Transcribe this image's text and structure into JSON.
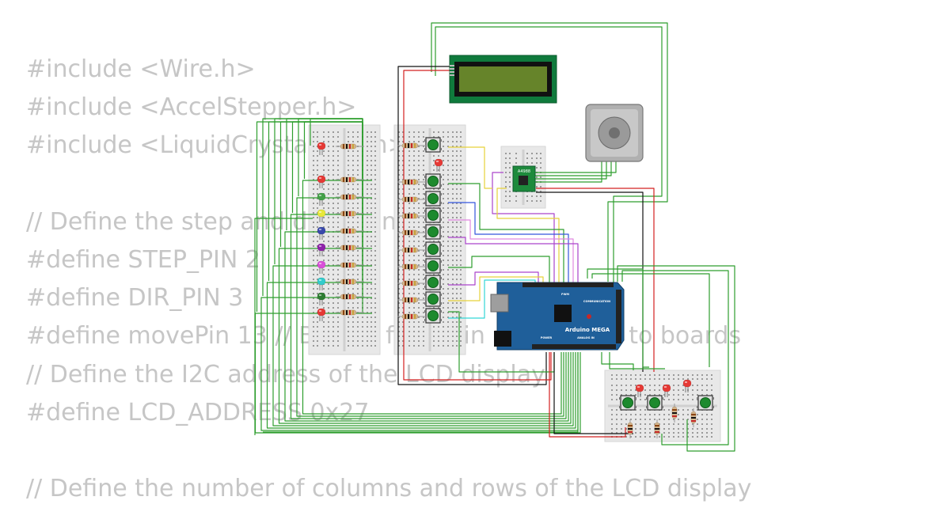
{
  "code_lines": [
    "#include <Wire.h>",
    "#include <AccelStepper.h>",
    "#include <LiquidCrystal_I2C.h>",
    "",
    "// Define the step and direction pins",
    "#define STEP_PIN 2",
    "#define DIR_PIN 3",
    "#define movePin 13 // Button for main movement to boards",
    "// Define the I2C address of the LCD display",
    "#define LCD_ADDRESS 0x27",
    "",
    "// Define the number of columns and rows of the LCD display"
  ],
  "components": {
    "mcu": {
      "label": "Arduino MEGA",
      "analog_label": "ANALOG IN",
      "power_label": "POWER",
      "comm_label": "COMMUNICATION",
      "pwm_label": "PWM"
    },
    "driver": {
      "label": "A4988"
    }
  },
  "leds": {
    "colors": [
      "#e53935",
      "#e53935",
      "#43a047",
      "#e8e83a",
      "#3949ab",
      "#8e24aa",
      "#d94fd9",
      "#33cccc",
      "#2e7d32",
      "#e53935"
    ]
  },
  "colors": {
    "wire_green": "#2e9e2e",
    "wire_black": "#111111",
    "wire_red": "#d42020",
    "wire_yellow": "#e6d23a",
    "wire_blue": "#3355dd",
    "wire_purple": "#aa44cc",
    "wire_pink": "#e088e0",
    "wire_cyan": "#33d6d6",
    "board_blue": "#1f5f9a",
    "lcd_green": "#0f7a3c",
    "lcd_screen": "#66842a"
  }
}
